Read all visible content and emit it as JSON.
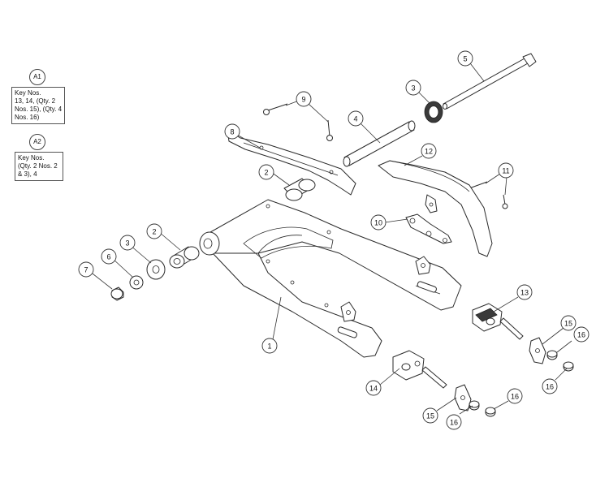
{
  "notes": [
    {
      "tag": "A1",
      "lines": [
        "Key Nos.",
        "13, 14, (Qty. 2",
        "Nos. 15), (Qty. 4",
        "Nos. 16)"
      ]
    },
    {
      "tag": "A2",
      "lines": [
        "Key Nos.",
        "(Qty. 2 Nos. 2",
        "& 3), 4"
      ]
    }
  ],
  "callouts": [
    {
      "id": "callout-1",
      "label": "1"
    },
    {
      "id": "callout-2-upper",
      "label": "2"
    },
    {
      "id": "callout-2-lower",
      "label": "2"
    },
    {
      "id": "callout-3-left",
      "label": "3"
    },
    {
      "id": "callout-3-top",
      "label": "3"
    },
    {
      "id": "callout-4",
      "label": "4"
    },
    {
      "id": "callout-5",
      "label": "5"
    },
    {
      "id": "callout-6",
      "label": "6"
    },
    {
      "id": "callout-7",
      "label": "7"
    },
    {
      "id": "callout-8",
      "label": "8"
    },
    {
      "id": "callout-9",
      "label": "9"
    },
    {
      "id": "callout-10",
      "label": "10"
    },
    {
      "id": "callout-11",
      "label": "11"
    },
    {
      "id": "callout-12",
      "label": "12"
    },
    {
      "id": "callout-13",
      "label": "13"
    },
    {
      "id": "callout-14",
      "label": "14"
    },
    {
      "id": "callout-15-right",
      "label": "15"
    },
    {
      "id": "callout-15-lower",
      "label": "15"
    },
    {
      "id": "callout-16-a",
      "label": "16"
    },
    {
      "id": "callout-16-b",
      "label": "16"
    },
    {
      "id": "callout-16-c",
      "label": "16"
    },
    {
      "id": "callout-16-d",
      "label": "16"
    }
  ]
}
